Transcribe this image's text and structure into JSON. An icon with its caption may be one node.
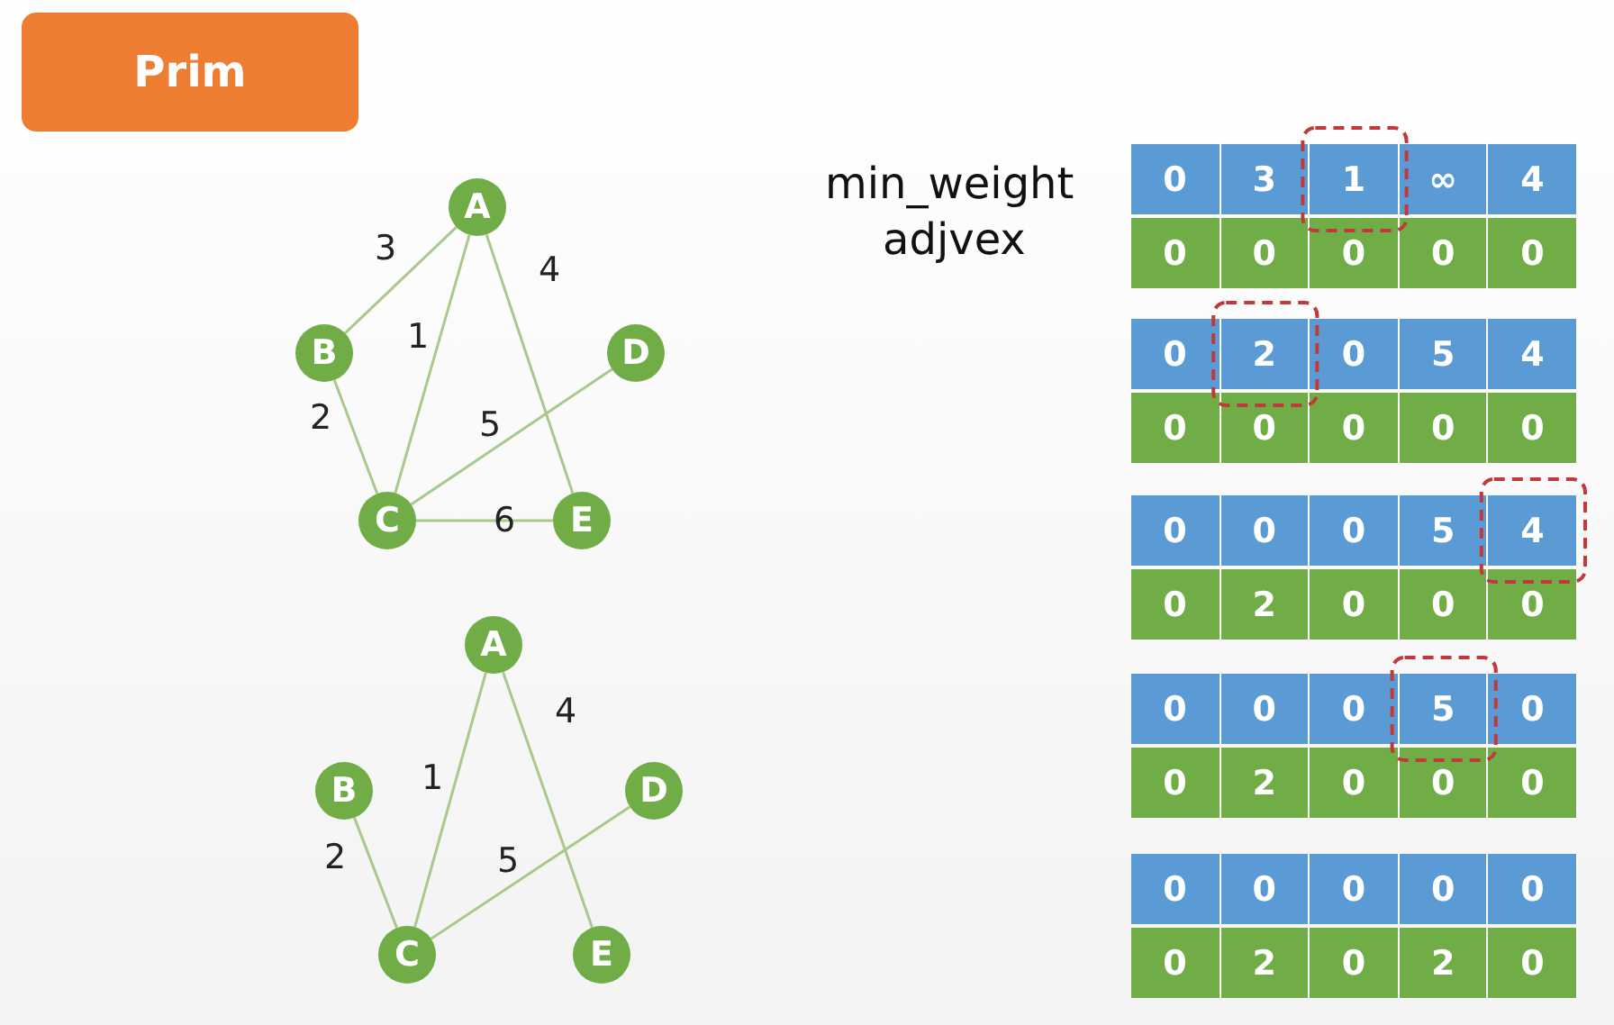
{
  "diagram": {
    "nodes": [
      {
        "text": [
          "Prim"
        ]
      },
      {
        "text": [
          "A"
        ]
      },
      {
        "text": [
          "B"
        ]
      },
      {
        "text": [
          "C"
        ]
      },
      {
        "text": [
          "D"
        ]
      },
      {
        "text": [
          "E"
        ]
      },
      {
        "text": [
          "A"
        ]
      },
      {
        "text": [
          "B"
        ]
      },
      {
        "text": [
          "C"
        ]
      },
      {
        "text": [
          "D"
        ]
      },
      {
        "text": [
          "E"
        ]
      }
    ],
    "edges": [
      {
        "from": 1,
        "to": 2,
        "arrow": "none",
        "label": "3"
      },
      {
        "from": 1,
        "to": 3,
        "arrow": "none",
        "label": "1"
      },
      {
        "from": 1,
        "to": 5,
        "arrow": "none",
        "label": "4"
      },
      {
        "from": 2,
        "to": 3,
        "arrow": "none",
        "label": "2"
      },
      {
        "from": 3,
        "to": 4,
        "arrow": "none",
        "label": "5"
      },
      {
        "from": 3,
        "to": 5,
        "arrow": "none",
        "label": "6"
      },
      {
        "from": 6,
        "to": 8,
        "arrow": "none",
        "label": "1"
      },
      {
        "from": 6,
        "to": 10,
        "arrow": "none",
        "label": "4"
      },
      {
        "from": 7,
        "to": 8,
        "arrow": "none",
        "label": "2"
      },
      {
        "from": 8,
        "to": 9,
        "arrow": "none",
        "label": "5"
      }
    ],
    "labels": [
      "min_weight",
      "adjvex",
      "0",
      "3",
      "1",
      "∞",
      "4",
      "0",
      "0",
      "0",
      "0",
      "0",
      "0",
      "2",
      "0",
      "5",
      "4",
      "0",
      "0",
      "0",
      "0",
      "0",
      "0",
      "0",
      "0",
      "5",
      "4",
      "0",
      "2",
      "0",
      "0",
      "0",
      "0",
      "0",
      "0",
      "5",
      "0",
      "0",
      "2",
      "0",
      "0",
      "0",
      "0",
      "0",
      "0",
      "0",
      "0",
      "0",
      "2",
      "0",
      "2",
      "0"
    ]
  }
}
